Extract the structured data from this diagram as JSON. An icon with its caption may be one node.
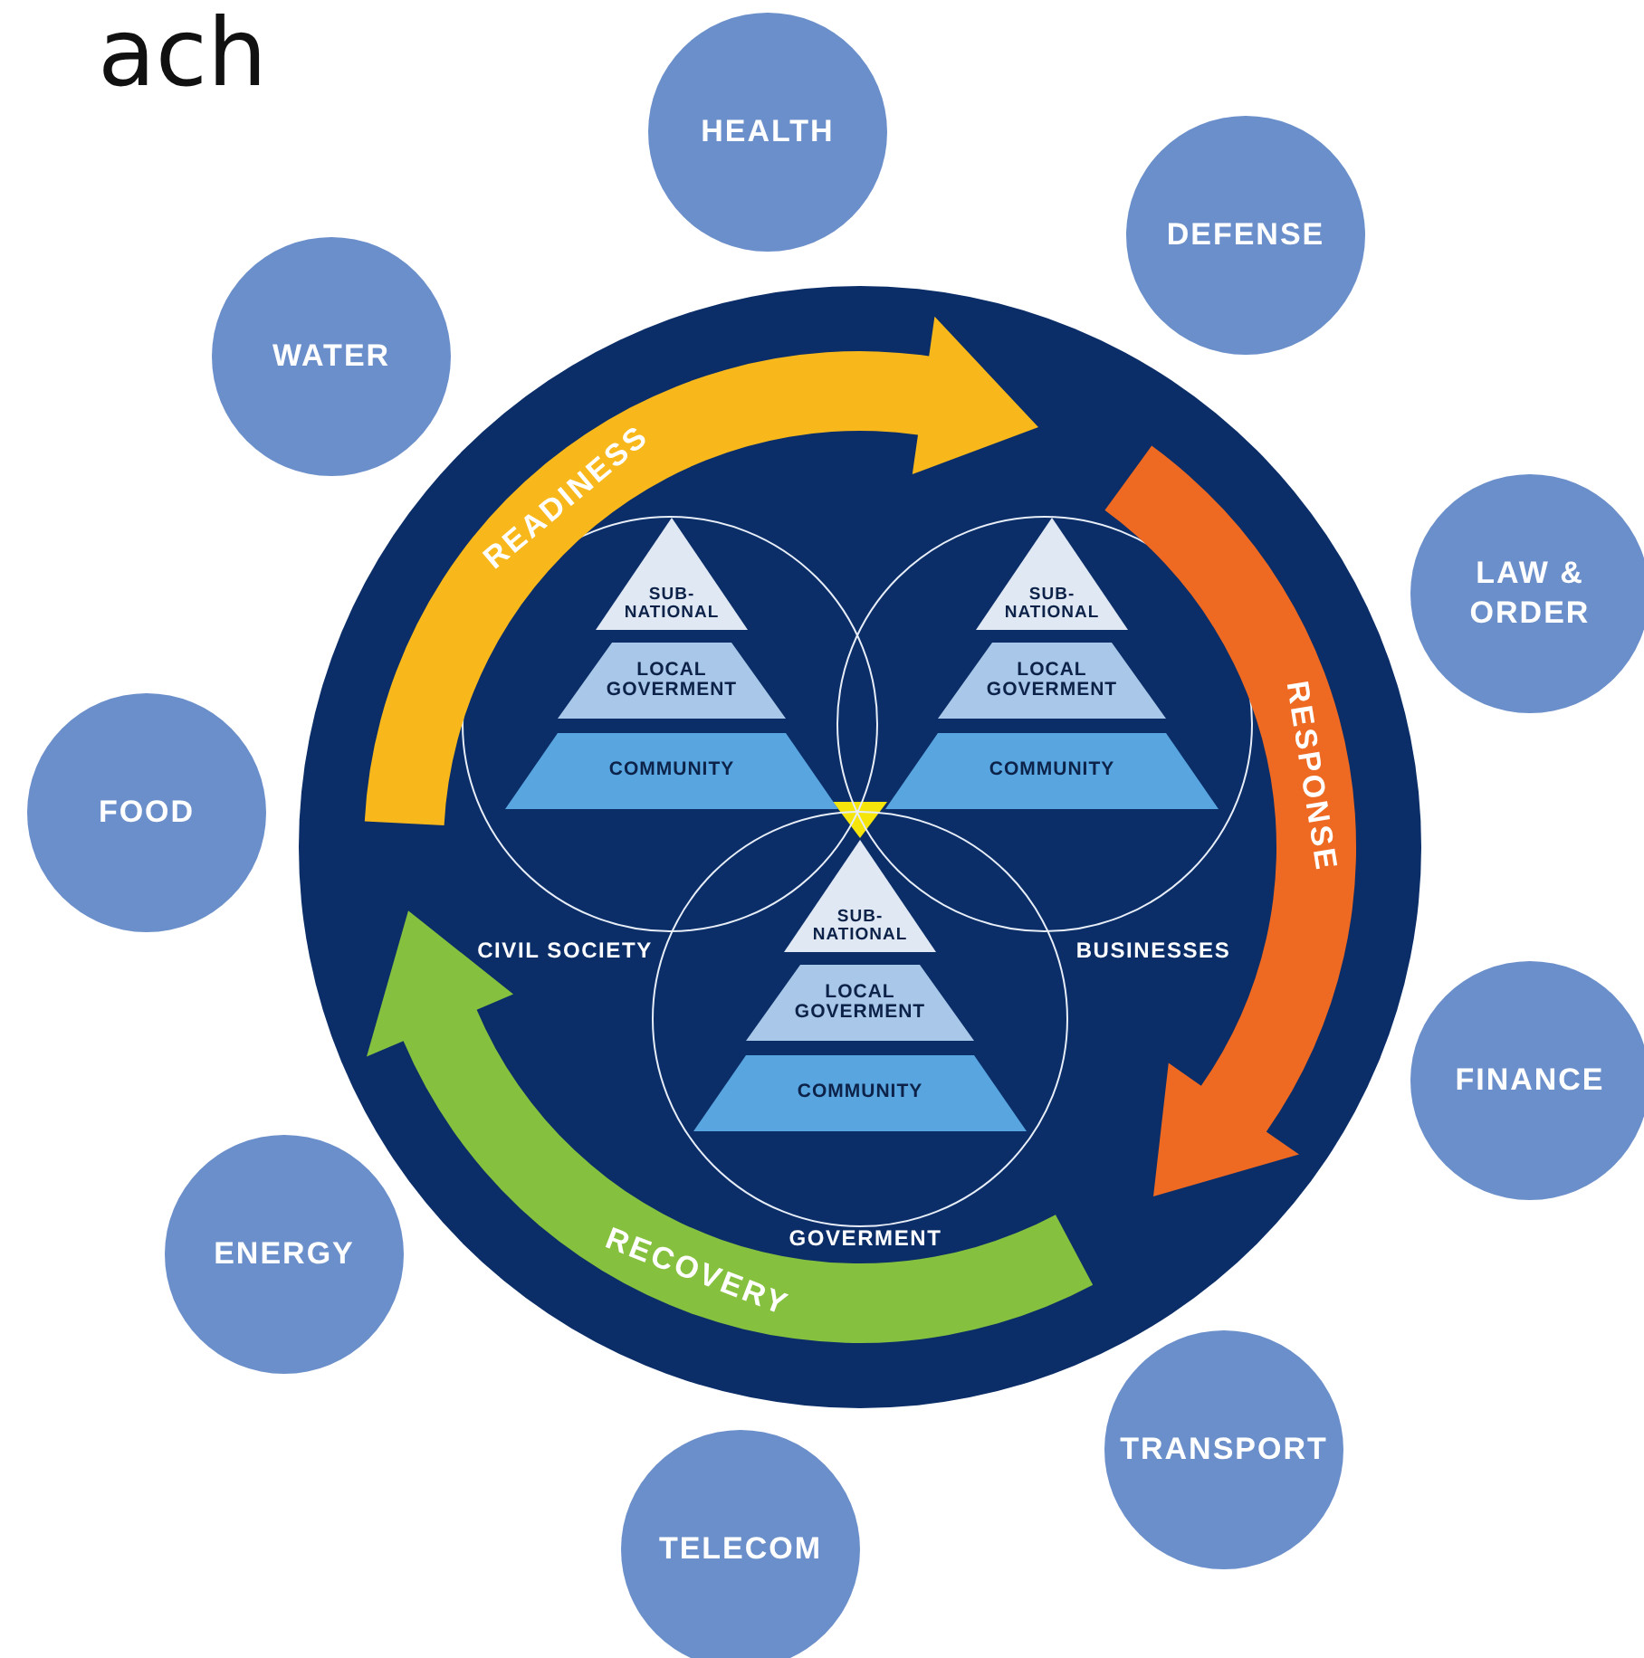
{
  "diagram": {
    "title": "ach",
    "nodes": [
      {
        "text": [],
        "shape": "circle"
      },
      {
        "text": [
          "CIVIL SOCIETY"
        ],
        "in": 0
      },
      {
        "text": [
          "BUSINESSES"
        ],
        "in": 0
      },
      {
        "text": [
          "GOVERMENT"
        ],
        "in": 0
      },
      {
        "text": [
          "SUB- NATIONAL"
        ],
        "in": 1
      },
      {
        "text": [
          "LOCAL GOVERMENT"
        ],
        "in": 1
      },
      {
        "text": [
          "COMMUNITY"
        ],
        "in": 1
      },
      {
        "text": [
          "SUB- NATIONAL"
        ],
        "in": 2
      },
      {
        "text": [
          "LOCAL GOVERMENT"
        ],
        "in": 2
      },
      {
        "text": [
          "COMMUNITY"
        ],
        "in": 2
      },
      {
        "text": [
          "SUB- NATIONAL"
        ],
        "in": 3
      },
      {
        "text": [
          "LOCAL GOVERMENT"
        ],
        "in": 3
      },
      {
        "text": [
          "COMMUNITY"
        ],
        "in": 3
      },
      {
        "text": [
          "READINESS"
        ],
        "in": 0
      },
      {
        "text": [
          "RESPONSE"
        ],
        "in": 0
      },
      {
        "text": [
          "RECOVERY"
        ],
        "in": 0
      },
      {
        "text": [
          "HEALTH"
        ]
      },
      {
        "text": [
          "DEFENSE"
        ]
      },
      {
        "text": [
          "LAW & ORDER"
        ]
      },
      {
        "text": [
          "FINANCE"
        ]
      },
      {
        "text": [
          "TRANSPORT"
        ]
      },
      {
        "text": [
          "TELECOM"
        ]
      },
      {
        "text": [
          "ENERGY"
        ]
      },
      {
        "text": [
          "FOOD"
        ]
      },
      {
        "text": [
          "WATER"
        ]
      }
    ]
  }
}
